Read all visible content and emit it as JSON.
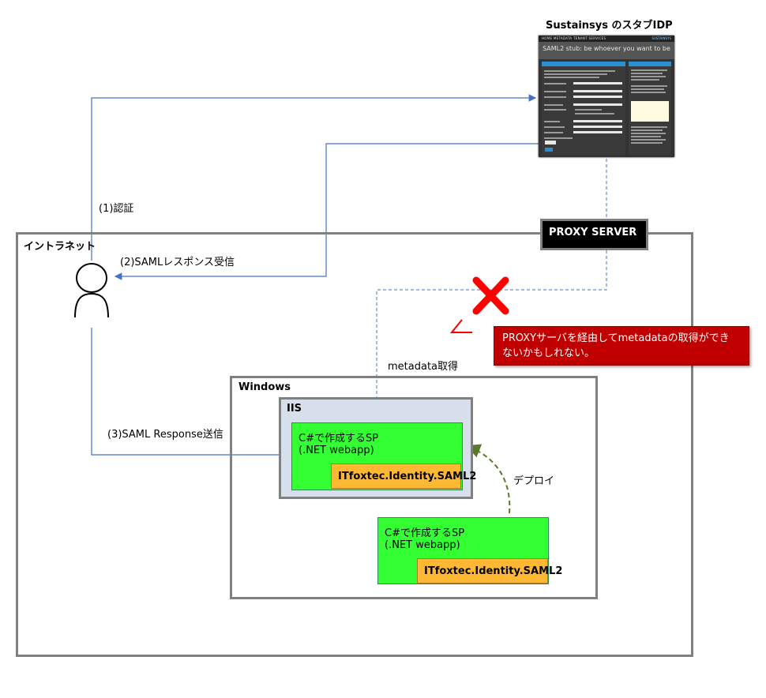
{
  "idp": {
    "title": "Sustainsys のスタブIDP",
    "screenshot": {
      "nav_text": "HOME   METADATA   TENANT   SERVICES",
      "brand": "SUSTAINSYS",
      "hero": "SAML2 stub: be whoever you want to be"
    }
  },
  "proxy": {
    "label": "PROXY SERVER"
  },
  "intranet": {
    "label": "イントラネット"
  },
  "windows": {
    "label": "Windows"
  },
  "iis": {
    "label": "IIS"
  },
  "sp_deployed": {
    "line1": "C#で作成するSP",
    "line2": "(.NET webapp)",
    "library": "ITfoxtec.Identity.SAML2"
  },
  "sp_source": {
    "line1": "C#で作成するSP",
    "line2": "(.NET webapp)",
    "library": "ITfoxtec.Identity.SAML2"
  },
  "arrows": {
    "auth": "(1)認証",
    "saml_response_receive": "(2)SAMLレスポンス受信",
    "saml_response_send": "(3)SAML Response送信",
    "metadata": "metadata取得",
    "deploy": "デプロイ"
  },
  "warning": {
    "text": "PROXYサーバを経由してmetadataの取得ができないかもしれない。"
  },
  "colors": {
    "arrow": "#4472c4",
    "error_x": "#ff0000",
    "callout_bg": "#c00000",
    "deploy_arrow": "#5a7a2a",
    "sp_green": "#33ff33",
    "library_orange": "#ffb833",
    "iis_bg": "#d6dfea"
  }
}
